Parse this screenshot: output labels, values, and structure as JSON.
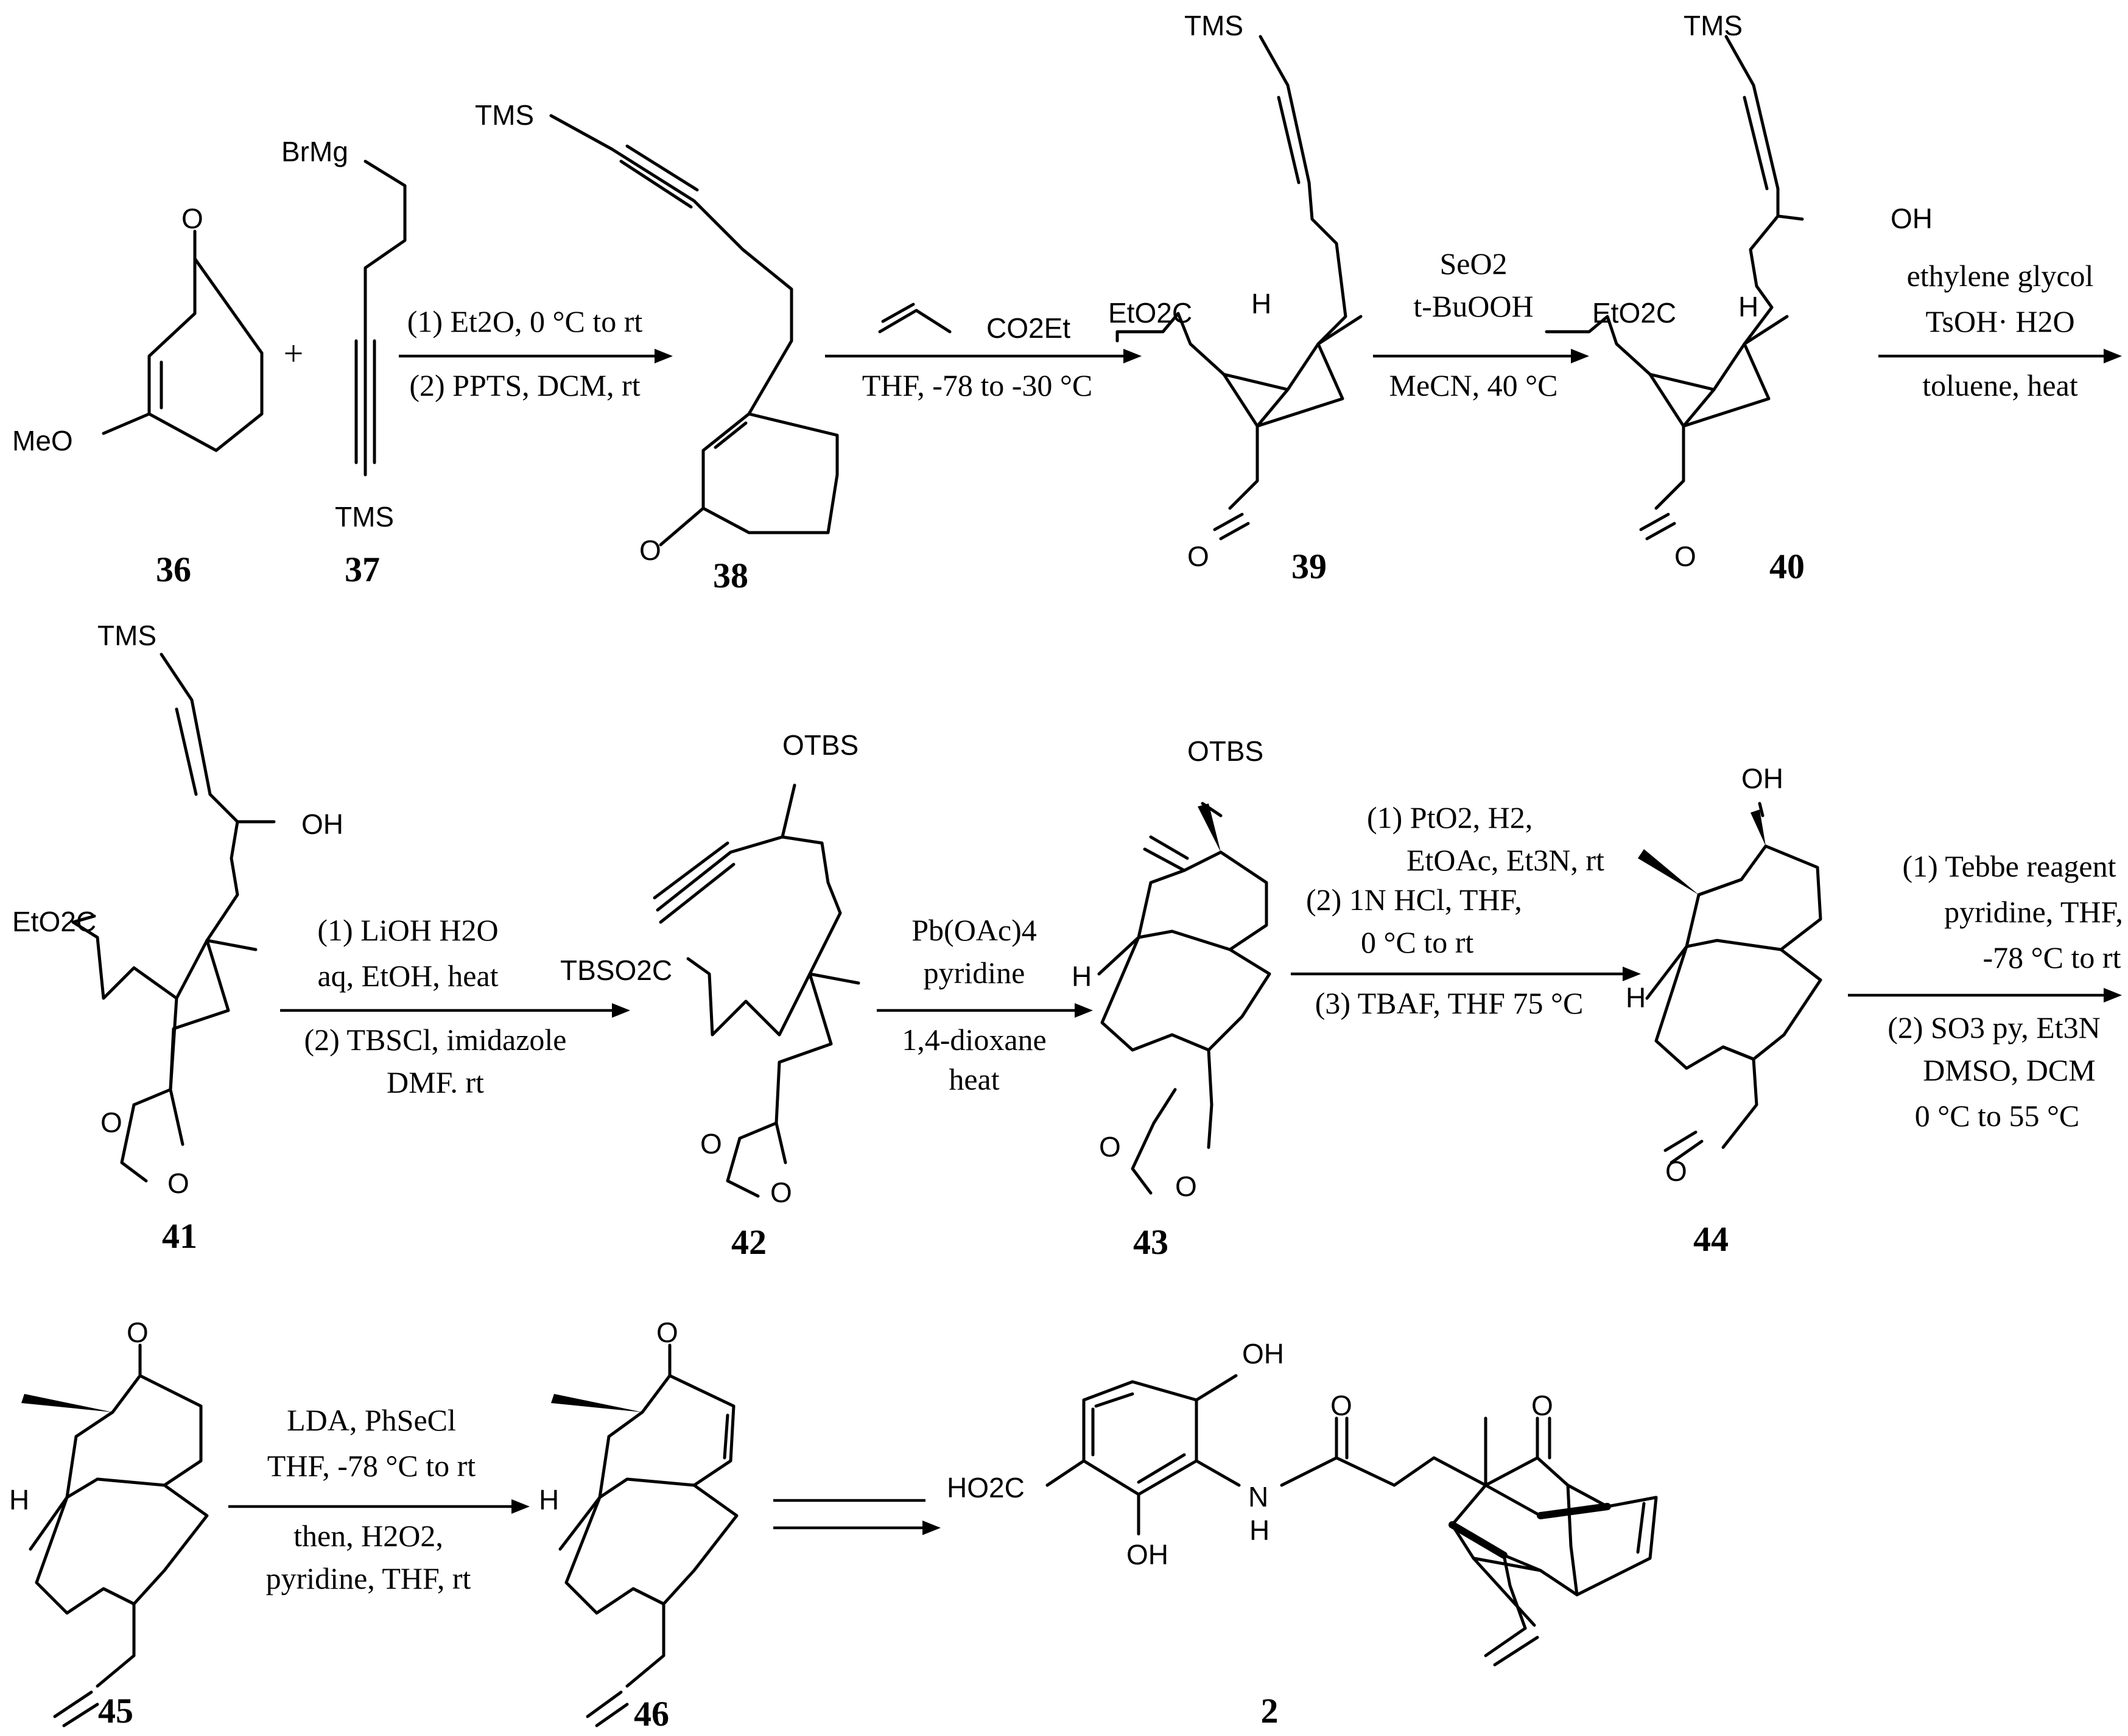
{
  "compounds": [
    {
      "id": "36",
      "atoms": {
        "o": "O",
        "meo": "MeO"
      }
    },
    {
      "id": "37",
      "atoms": {
        "brmg": "BrMg",
        "tms": "TMS"
      }
    },
    {
      "id": "38",
      "atoms": {
        "tms": "TMS",
        "o": "O"
      }
    },
    {
      "id": "39",
      "atoms": {
        "tms": "TMS",
        "ester": "EtO2C",
        "h": "H",
        "o": "O"
      }
    },
    {
      "id": "40",
      "atoms": {
        "tms": "TMS",
        "oh": "OH",
        "ester": "EtO2C",
        "h": "H",
        "o": "O"
      }
    },
    {
      "id": "41",
      "atoms": {
        "tms": "TMS",
        "oh": "OH",
        "ester": "EtO2C",
        "o1": "O",
        "o2": "O"
      }
    },
    {
      "id": "42",
      "atoms": {
        "otbs": "OTBS",
        "ester": "TBSO2C",
        "o1": "O",
        "o2": "O"
      }
    },
    {
      "id": "43",
      "atoms": {
        "otbs": "OTBS",
        "h": "H",
        "o1": "O",
        "o2": "O"
      }
    },
    {
      "id": "44",
      "atoms": {
        "oh": "OH",
        "h": "H",
        "o": "O"
      }
    },
    {
      "id": "45",
      "atoms": {
        "o": "O",
        "h": "H"
      }
    },
    {
      "id": "46",
      "atoms": {
        "o": "O",
        "h": "H"
      }
    },
    {
      "id": "2",
      "atoms": {
        "oh1": "OH",
        "oh2": "OH",
        "acid": "HO2C",
        "nh": "N",
        "nhh": "H",
        "o1": "O",
        "o2": "O"
      }
    }
  ],
  "plus": "+",
  "reagents": {
    "alkylating": "CO2Et"
  },
  "conditions": {
    "step1": {
      "above": "(1) Et2O, 0 °C to rt",
      "below": "(2) PPTS, DCM, rt"
    },
    "step2": {
      "below": "THF, -78 to -30 °C"
    },
    "step3": {
      "line1": "SeO2",
      "line2": "t-BuOOH",
      "below": "MeCN, 40 °C"
    },
    "step4": {
      "line1": "ethylene glycol",
      "line2": "TsOH· H2O",
      "below": "toluene, heat"
    },
    "step5": {
      "line1": "(1) LiOH  H2O",
      "line2": "aq, EtOH, heat",
      "below1": "(2) TBSCl, imidazole",
      "below2": "DMF. rt"
    },
    "step6": {
      "line1": "Pb(OAc)4",
      "line2": "pyridine",
      "below1": "1,4-dioxane",
      "below2": "heat"
    },
    "step7": {
      "line1": "(1) PtO2, H2,",
      "line2": "EtOAc, Et3N, rt",
      "line3": "(2) 1N HCl, THF,",
      "line4": "0 °C to rt",
      "below": "(3) TBAF, THF 75 °C"
    },
    "step8": {
      "line1": "(1) Tebbe reagent",
      "line2": "pyridine, THF,",
      "line3": "-78 °C to rt",
      "below1": "(2) SO3 py, Et3N",
      "below2": "DMSO, DCM",
      "below3": "0 °C to 55 °C"
    },
    "step9": {
      "line1": "LDA, PhSeCl",
      "line2": "THF, -78 °C to rt",
      "below1": "then, H2O2,",
      "below2": "pyridine, THF, rt"
    }
  }
}
